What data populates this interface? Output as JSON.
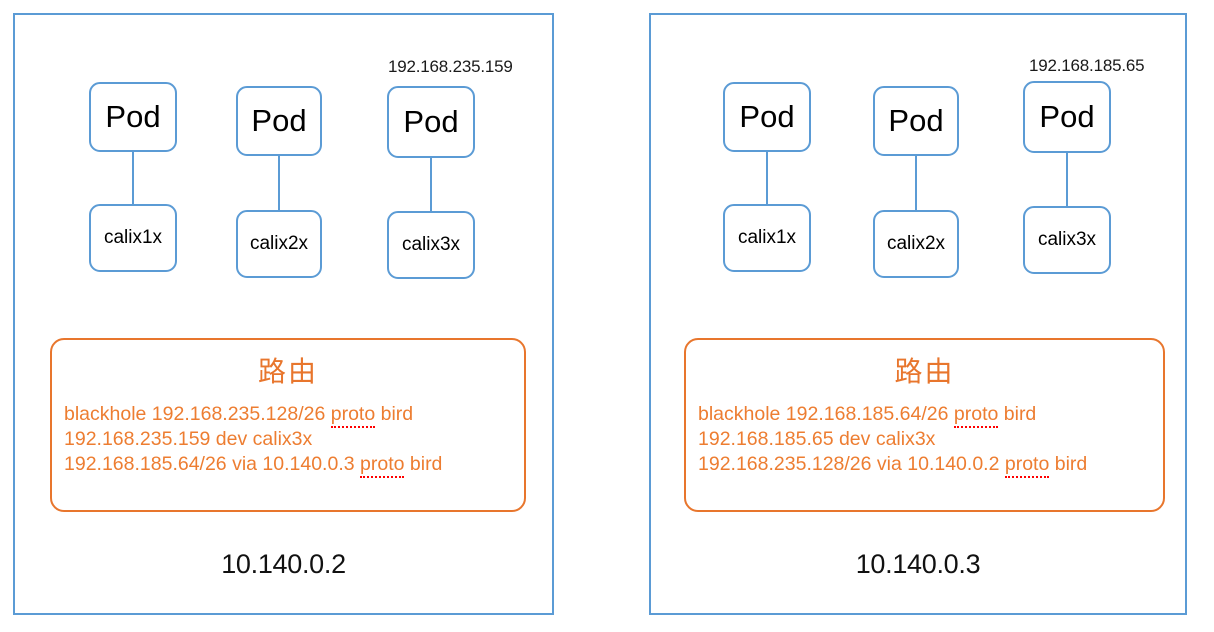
{
  "diagram": {
    "title": "Calico node routing diagram",
    "colors": {
      "node_border": "#5B9BD5",
      "box_border": "#5B9BD5",
      "route_border": "#E8762D",
      "route_title": "#E8762D",
      "route_text": "#ED7D31",
      "spellcheck_underline": "#FF0000",
      "label_text": "#111111",
      "background": "#FFFFFF"
    },
    "nodes": [
      {
        "id": "node-left",
        "node_ip": "10.140.0.2",
        "pod_ip_label": "192.168.235.159",
        "pods": [
          {
            "pod_label": "Pod",
            "iface_label": "calix1x"
          },
          {
            "pod_label": "Pod",
            "iface_label": "calix2x"
          },
          {
            "pod_label": "Pod",
            "iface_label": "calix3x"
          }
        ],
        "route_box": {
          "title": "路由",
          "lines": [
            {
              "pre": "blackhole 192.168.235.128/26 ",
              "misspelled": "proto",
              "post": " bird"
            },
            {
              "pre": "192.168.235.159 dev calix3x",
              "misspelled": "",
              "post": ""
            },
            {
              "pre": "192.168.185.64/26 via 10.140.0.3 ",
              "misspelled": "proto",
              "post": " bird"
            }
          ]
        }
      },
      {
        "id": "node-right",
        "node_ip": "10.140.0.3",
        "pod_ip_label": "192.168.185.65",
        "pods": [
          {
            "pod_label": "Pod",
            "iface_label": "calix1x"
          },
          {
            "pod_label": "Pod",
            "iface_label": "calix2x"
          },
          {
            "pod_label": "Pod",
            "iface_label": "calix3x"
          }
        ],
        "route_box": {
          "title": "路由",
          "lines": [
            {
              "pre": "blackhole 192.168.185.64/26 ",
              "misspelled": "proto",
              "post": " bird"
            },
            {
              "pre": "192.168.185.65 dev calix3x",
              "misspelled": "",
              "post": ""
            },
            {
              "pre": "192.168.235.128/26 via 10.140.0.2 ",
              "misspelled": "proto",
              "post": " bird"
            }
          ]
        }
      }
    ]
  }
}
